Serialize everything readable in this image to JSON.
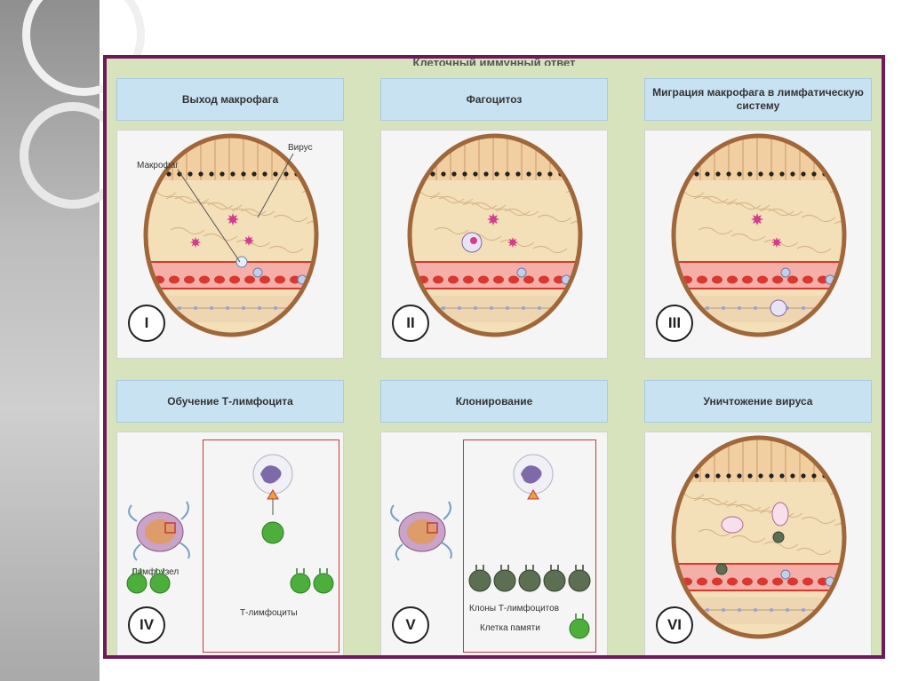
{
  "frame_title": "Клеточный иммунный ответ",
  "panels": [
    {
      "header": "Выход макрофага",
      "roman": "I",
      "labels": {
        "macrophage": "Макрофаг",
        "virus": "Вирус"
      }
    },
    {
      "header": "Фагоцитоз",
      "roman": "II"
    },
    {
      "header": "Миграция макрофага в лимфатическую систему",
      "roman": "III"
    },
    {
      "header": "Обучение Т-лимфоцита",
      "roman": "IV",
      "labels": {
        "lymph_node": "Лимфоузел",
        "t_cells": "Т-лимфоциты"
      }
    },
    {
      "header": "Клонирование",
      "roman": "V",
      "labels": {
        "clones": "Клоны Т-лимфоцитов",
        "memory": "Клетка памяти"
      }
    },
    {
      "header": "Уничтожение вируса",
      "roman": "VI"
    }
  ],
  "colors": {
    "frame_border": "#6f1a58",
    "frame_background": "#d7e3bd",
    "header_background": "#c8e2f2",
    "tissue_ring": "#a0673a",
    "blood_vessel": "#d9372f",
    "virus": "#d43c8c",
    "t_lymphocyte": "#4caf3c",
    "t_clone": "#5c6f52"
  }
}
